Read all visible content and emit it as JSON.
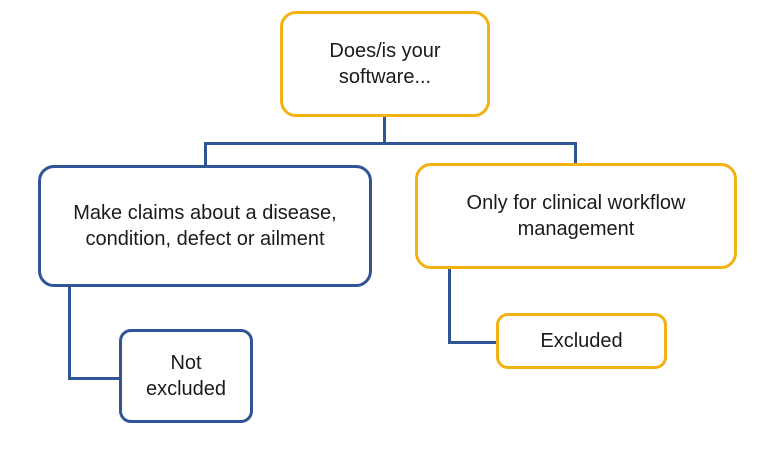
{
  "colors": {
    "gold": "#F2B211",
    "blue": "#2F5597",
    "connector": "#2F5597",
    "text": "#1b1b1b",
    "background": "#ffffff"
  },
  "nodes": [
    {
      "id": "root",
      "label": "Does/is your\nsoftware...",
      "border": "gold"
    },
    {
      "id": "claims",
      "label": "Make claims about a disease,\ncondition, defect or ailment",
      "border": "blue"
    },
    {
      "id": "workflow",
      "label": "Only for clinical workflow\nmanagement",
      "border": "gold"
    },
    {
      "id": "not-excluded",
      "label": "Not\nexcluded",
      "border": "blue"
    },
    {
      "id": "excluded",
      "label": "Excluded",
      "border": "gold"
    }
  ]
}
